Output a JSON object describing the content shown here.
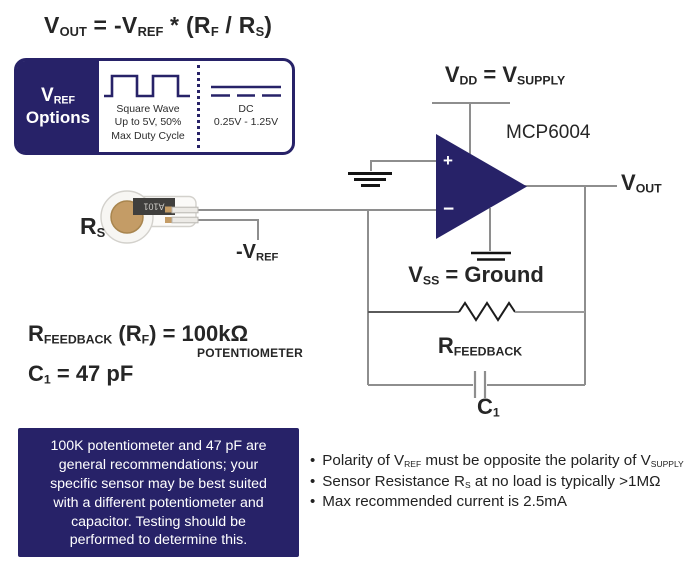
{
  "colors": {
    "navy": "#272268",
    "wire_gray": "#8e8e8e",
    "ink": "#262626",
    "sensor_tan": "#c49c66",
    "white": "#ffffff"
  },
  "formula": [
    {
      "t": "V"
    },
    {
      "t": "OUT",
      "sub": true
    },
    {
      "t": " = -V"
    },
    {
      "t": "REF",
      "sub": true
    },
    {
      "t": " * (R"
    },
    {
      "t": "F",
      "sub": true
    },
    {
      "t": " / R"
    },
    {
      "t": "S",
      "sub": true
    },
    {
      "t": ")"
    }
  ],
  "options_box": {
    "title_vref": [
      {
        "t": "V"
      },
      {
        "t": "REF",
        "sub": true
      }
    ],
    "title_options": "Options",
    "square_wave_caption": "Square Wave\nUp to 5V, 50%\nMax Duty Cycle",
    "dc_caption": "DC\n0.25V - 1.25V"
  },
  "sensor": {
    "label": [
      {
        "t": "R"
      },
      {
        "t": "S",
        "sub": true
      }
    ],
    "chip_text": "A101"
  },
  "vref_neg": [
    {
      "t": "-V"
    },
    {
      "t": "REF",
      "sub": true
    }
  ],
  "opamp": {
    "part_number": "MCP6004",
    "plus": "+",
    "minus": "−",
    "vdd": [
      {
        "t": "V"
      },
      {
        "t": "DD",
        "sub": true
      },
      {
        "t": " = V"
      },
      {
        "t": "SUPPLY",
        "sub": true
      }
    ],
    "vss": [
      {
        "t": "V"
      },
      {
        "t": "SS",
        "sub": true
      },
      {
        "t": " = Ground"
      }
    ],
    "vout": [
      {
        "t": "V"
      },
      {
        "t": "OUT",
        "sub": true
      }
    ]
  },
  "feedback": {
    "r_label": [
      {
        "t": "R"
      },
      {
        "t": "FEEDBACK",
        "sub": true
      }
    ],
    "c_label": [
      {
        "t": "C"
      },
      {
        "t": "1",
        "sub": true
      }
    ]
  },
  "values": {
    "r_line": [
      {
        "t": "R"
      },
      {
        "t": "FEEDBACK",
        "sub": true
      },
      {
        "t": " (R"
      },
      {
        "t": "F",
        "sub": true
      },
      {
        "t": ") = 100kΩ"
      }
    ],
    "r_note": "POTENTIOMETER",
    "c_line": [
      {
        "t": "C"
      },
      {
        "t": "1",
        "sub": true
      },
      {
        "t": " = 47 pF"
      }
    ]
  },
  "note_box": {
    "text": "100K potentiometer and 47 pF are\ngeneral recommendations; your\nspecific sensor may be best suited\nwith a different potentiometer and\ncapacitor. Testing should be\nperformed to determine this."
  },
  "bullet_marker": "•",
  "bullets": [
    [
      {
        "t": "Polarity of V"
      },
      {
        "t": "REF",
        "sub": true
      },
      {
        "t": " must be opposite the polarity of V"
      },
      {
        "t": "SUPPLY",
        "sub": true
      }
    ],
    [
      {
        "t": "Sensor Resistance R"
      },
      {
        "t": "S",
        "sub": true
      },
      {
        "t": " at no load is typically >1MΩ"
      }
    ],
    [
      {
        "t": "Max recommended current is 2.5mA"
      }
    ]
  ]
}
